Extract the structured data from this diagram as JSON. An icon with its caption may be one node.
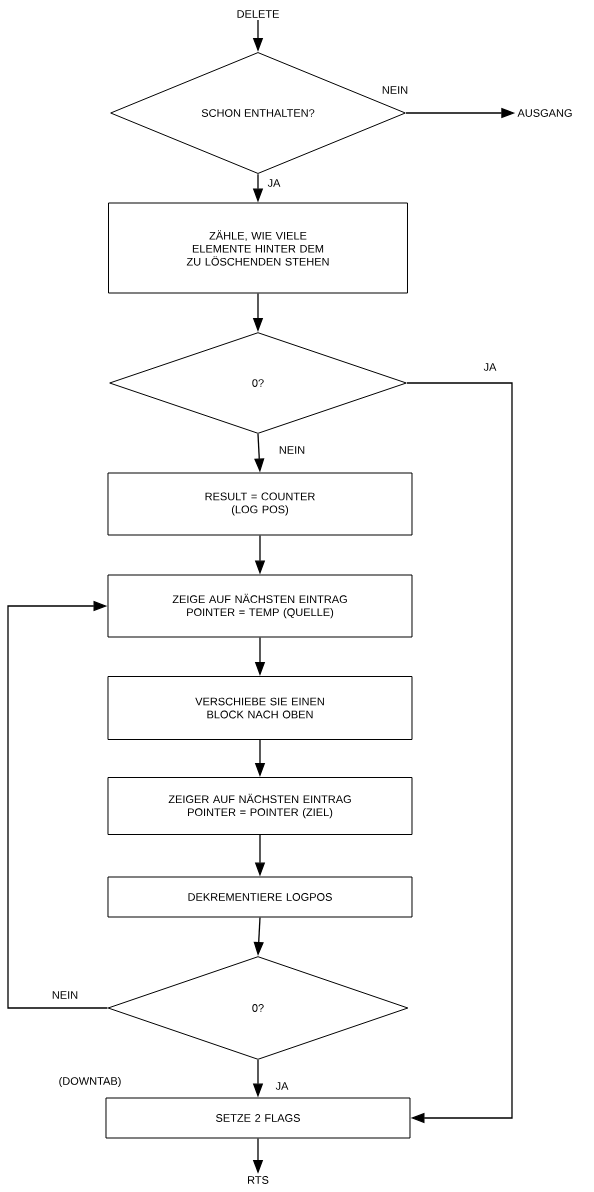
{
  "diagram": {
    "nodes": [
      {
        "text": [
          "DELETE"
        ]
      },
      {
        "text": [
          "SCHON ENTHALTEN?"
        ]
      },
      {
        "text": [
          "AUSGANG"
        ]
      },
      {
        "text": [
          "ZÄHLE, WIE VIELE ELEMENTE HINTER DEM ZU LÖSCHENDEN STEHEN"
        ]
      },
      {
        "text": [
          "0?"
        ]
      },
      {
        "text": [
          "RESULT = COUNTER (LOG POS)"
        ]
      },
      {
        "text": [
          "ZEIGE AUF NÄCHSTEN EINTRAG POINTER = TEMP (QUELLE)"
        ]
      },
      {
        "text": [
          "VERSCHIEBE SIE EINEN BLOCK NACH OBEN"
        ]
      },
      {
        "text": [
          "ZEIGER AUF NÄCHSTEN EINTRAG POINTER = POINTER (ZIEL)"
        ]
      },
      {
        "text": [
          "DEKREMENTIERE LOGPOS"
        ]
      },
      {
        "text": [
          "0?"
        ]
      },
      {
        "text": [
          "SETZE 2 FLAGS"
        ],
        "beside": [
          "(DOWNTAB)"
        ]
      },
      {
        "text": [
          "RTS"
        ]
      }
    ],
    "edges": [
      {
        "from": 0,
        "to": 1,
        "arrow": "to"
      },
      {
        "from": 1,
        "to": 2,
        "arrow": "to",
        "label": "NEIN"
      },
      {
        "from": 1,
        "to": 3,
        "arrow": "to",
        "label": "JA"
      },
      {
        "from": 3,
        "to": 4,
        "arrow": "to"
      },
      {
        "from": 4,
        "to": 11,
        "arrow": "to",
        "label": "JA"
      },
      {
        "from": 4,
        "to": 5,
        "arrow": "to",
        "label": "NEIN"
      },
      {
        "from": 5,
        "to": 6,
        "arrow": "to"
      },
      {
        "from": 6,
        "to": 7,
        "arrow": "to"
      },
      {
        "from": 7,
        "to": 8,
        "arrow": "to"
      },
      {
        "from": 8,
        "to": 9,
        "arrow": "to"
      },
      {
        "from": 9,
        "to": 10,
        "arrow": "to"
      },
      {
        "from": 10,
        "to": 6,
        "arrow": "to",
        "label": "NEIN"
      },
      {
        "from": 10,
        "to": 11,
        "arrow": "to",
        "label": "JA"
      },
      {
        "from": 11,
        "to": 12,
        "arrow": "to"
      }
    ]
  }
}
